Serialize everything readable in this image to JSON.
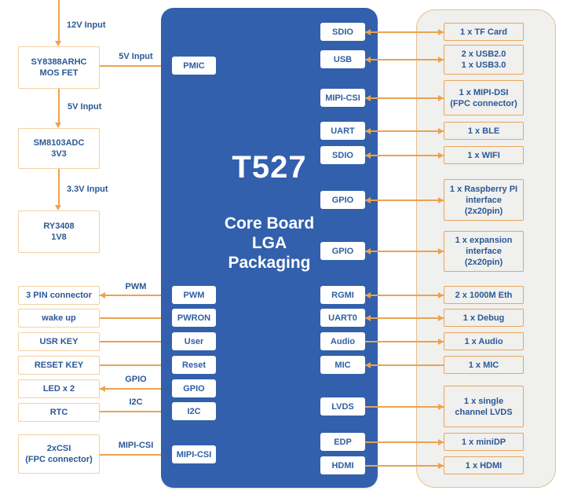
{
  "core_block": {
    "title": "T527",
    "subtitle": "Core Board\nLGA\nPackaging",
    "left_ports": [
      "PMIC",
      "PWM",
      "PWRON",
      "User",
      "Reset",
      "GPIO",
      "I2C",
      "MIPI-CSI"
    ],
    "right_ports": [
      "SDIO",
      "USB",
      "MIPI-CSI",
      "UART",
      "SDIO",
      "GPIO",
      "GPIO",
      "RGMI",
      "UART0",
      "Audio",
      "MIC",
      "LVDS",
      "EDP",
      "HDMI"
    ]
  },
  "power_chain": {
    "input_label": "12V Input",
    "regulators": [
      "SY8388ARHC\nMOS FET",
      "SM8103ADC\n3V3",
      "RY3408\n1V8"
    ],
    "link_labels": [
      "5V Input",
      "5V Input",
      "3.3V Input"
    ]
  },
  "left_peripherals": [
    {
      "label": "3 PIN connector",
      "bus": "PWM",
      "direction": "to-peripheral"
    },
    {
      "label": "wake up",
      "bus": "",
      "direction": "to-core"
    },
    {
      "label": "USR KEY",
      "bus": "",
      "direction": "to-core"
    },
    {
      "label": "RESET KEY",
      "bus": "",
      "direction": "to-core"
    },
    {
      "label": "LED x 2",
      "bus": "GPIO",
      "direction": "bidirectional"
    },
    {
      "label": "RTC",
      "bus": "I2C",
      "direction": "to-core"
    },
    {
      "label": "2xCSI\n(FPC connector)",
      "bus": "MIPI-CSI",
      "direction": "to-core"
    }
  ],
  "right_peripherals": [
    {
      "label": "1 x TF Card",
      "direction": "bidirectional"
    },
    {
      "label": "2 x USB2.0\n1 x USB3.0",
      "direction": "bidirectional"
    },
    {
      "label": "1 x MIPI-DSI\n(FPC connector)",
      "direction": "bidirectional"
    },
    {
      "label": "1 x BLE",
      "direction": "bidirectional"
    },
    {
      "label": "1 x WIFI",
      "direction": "bidirectional"
    },
    {
      "label": "1 x Raspberry PI\ninterface\n(2x20pin)",
      "direction": "bidirectional"
    },
    {
      "label": "1 x expansion\ninterface\n(2x20pin)",
      "direction": "bidirectional"
    },
    {
      "label": "2 x 1000M Eth",
      "direction": "bidirectional"
    },
    {
      "label": "1 x Debug",
      "direction": "bidirectional"
    },
    {
      "label": "1 x Audio",
      "direction": "to-peripheral"
    },
    {
      "label": "1 x MIC",
      "direction": "to-core"
    },
    {
      "label": "1 x single\nchannel LVDS",
      "direction": "to-peripheral"
    },
    {
      "label": "1 x miniDP",
      "direction": "to-peripheral"
    },
    {
      "label": "1 x HDMI",
      "direction": "to-peripheral"
    }
  ],
  "colors": {
    "core_blue": "#3260AC",
    "arrow_orange": "#ECA24F",
    "label_blue": "#2B5896",
    "panel_gray": "#F0F0EE"
  }
}
